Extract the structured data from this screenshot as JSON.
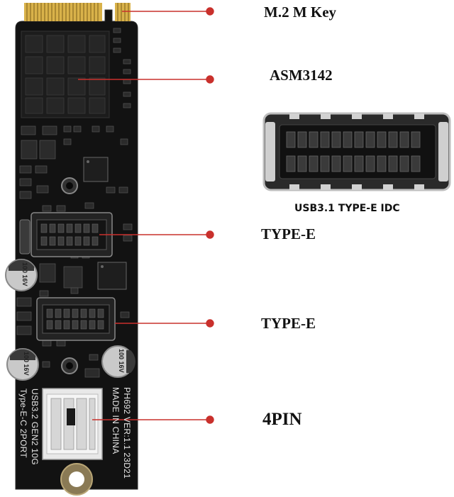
{
  "callouts": {
    "m2_key": "M.2  M Key",
    "controller": "ASM3142",
    "type_e_1": "TYPE-E",
    "type_e_2": "TYPE-E",
    "power": "4PIN"
  },
  "connector_caption": "USB3.1 TYPE-E IDC",
  "board_silkscreen": {
    "model": "PH692  VER:1.1  23D21",
    "origin": "MADE IN CHINA",
    "product_line1": "USB3.2 GEN2 10G",
    "product_line2": "Type-E-C 2PORT"
  },
  "capacitor_marks": {
    "cap1": "100 16V",
    "cap2": "100 16V",
    "cap3": "100 16V"
  },
  "colors": {
    "pcb": "#121212",
    "callout_line": "#c9302c",
    "gold_contacts": "#d9b24a",
    "connector_plastic": "#1d1d1d",
    "shroud": "#e8e8e8"
  }
}
